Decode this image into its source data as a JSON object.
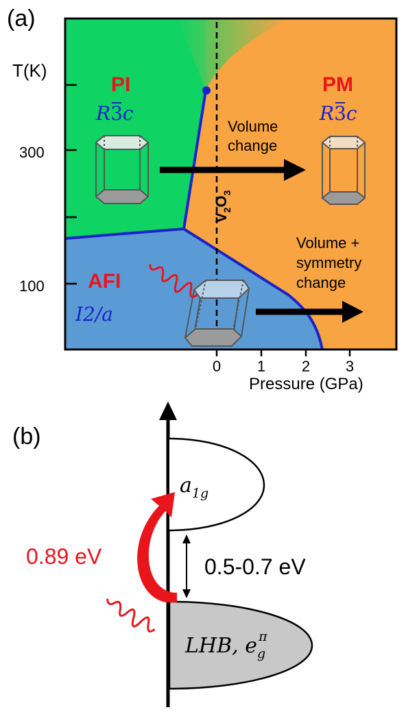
{
  "panel_a": {
    "label": "(a)",
    "y_axis_label": "T(K)",
    "y_ticks": [
      "300",
      "100"
    ],
    "x_ticks": [
      "0",
      "1",
      "2",
      "3"
    ],
    "x_axis_label": "Pressure (GPa)",
    "regions": {
      "pi": {
        "name": "PI",
        "symmetry_base": "R",
        "symmetry_digit": "3",
        "symmetry_tail": "c"
      },
      "pm": {
        "name": "PM",
        "symmetry_base": "R",
        "symmetry_digit": "3",
        "symmetry_tail": "c"
      },
      "afi": {
        "name": "AFI",
        "symmetry": "I2/a"
      }
    },
    "compound": {
      "v": "V",
      "sub2": "2",
      "o": "O",
      "sub3": "3"
    },
    "arrow1_text": [
      "Volume",
      "change"
    ],
    "arrow2_text": [
      "Volume +",
      "symmetry",
      "change"
    ],
    "colors": {
      "pi": "#0fd464",
      "pm": "#f8a443",
      "afi": "#5b9bd5",
      "boundary": "#1a23c8",
      "label_red": "#e8151b"
    }
  },
  "panel_b": {
    "label": "(b)",
    "upper_band": {
      "base": "a",
      "sub": "1g"
    },
    "lower_band": {
      "text": "LHB, e",
      "sub": "g",
      "sup": "π"
    },
    "gap_label": "0.5-0.7 eV",
    "excitation_label": "0.89 eV",
    "colors": {
      "lower_fill": "#c8c8c8",
      "excitation": "#e8151b"
    }
  }
}
